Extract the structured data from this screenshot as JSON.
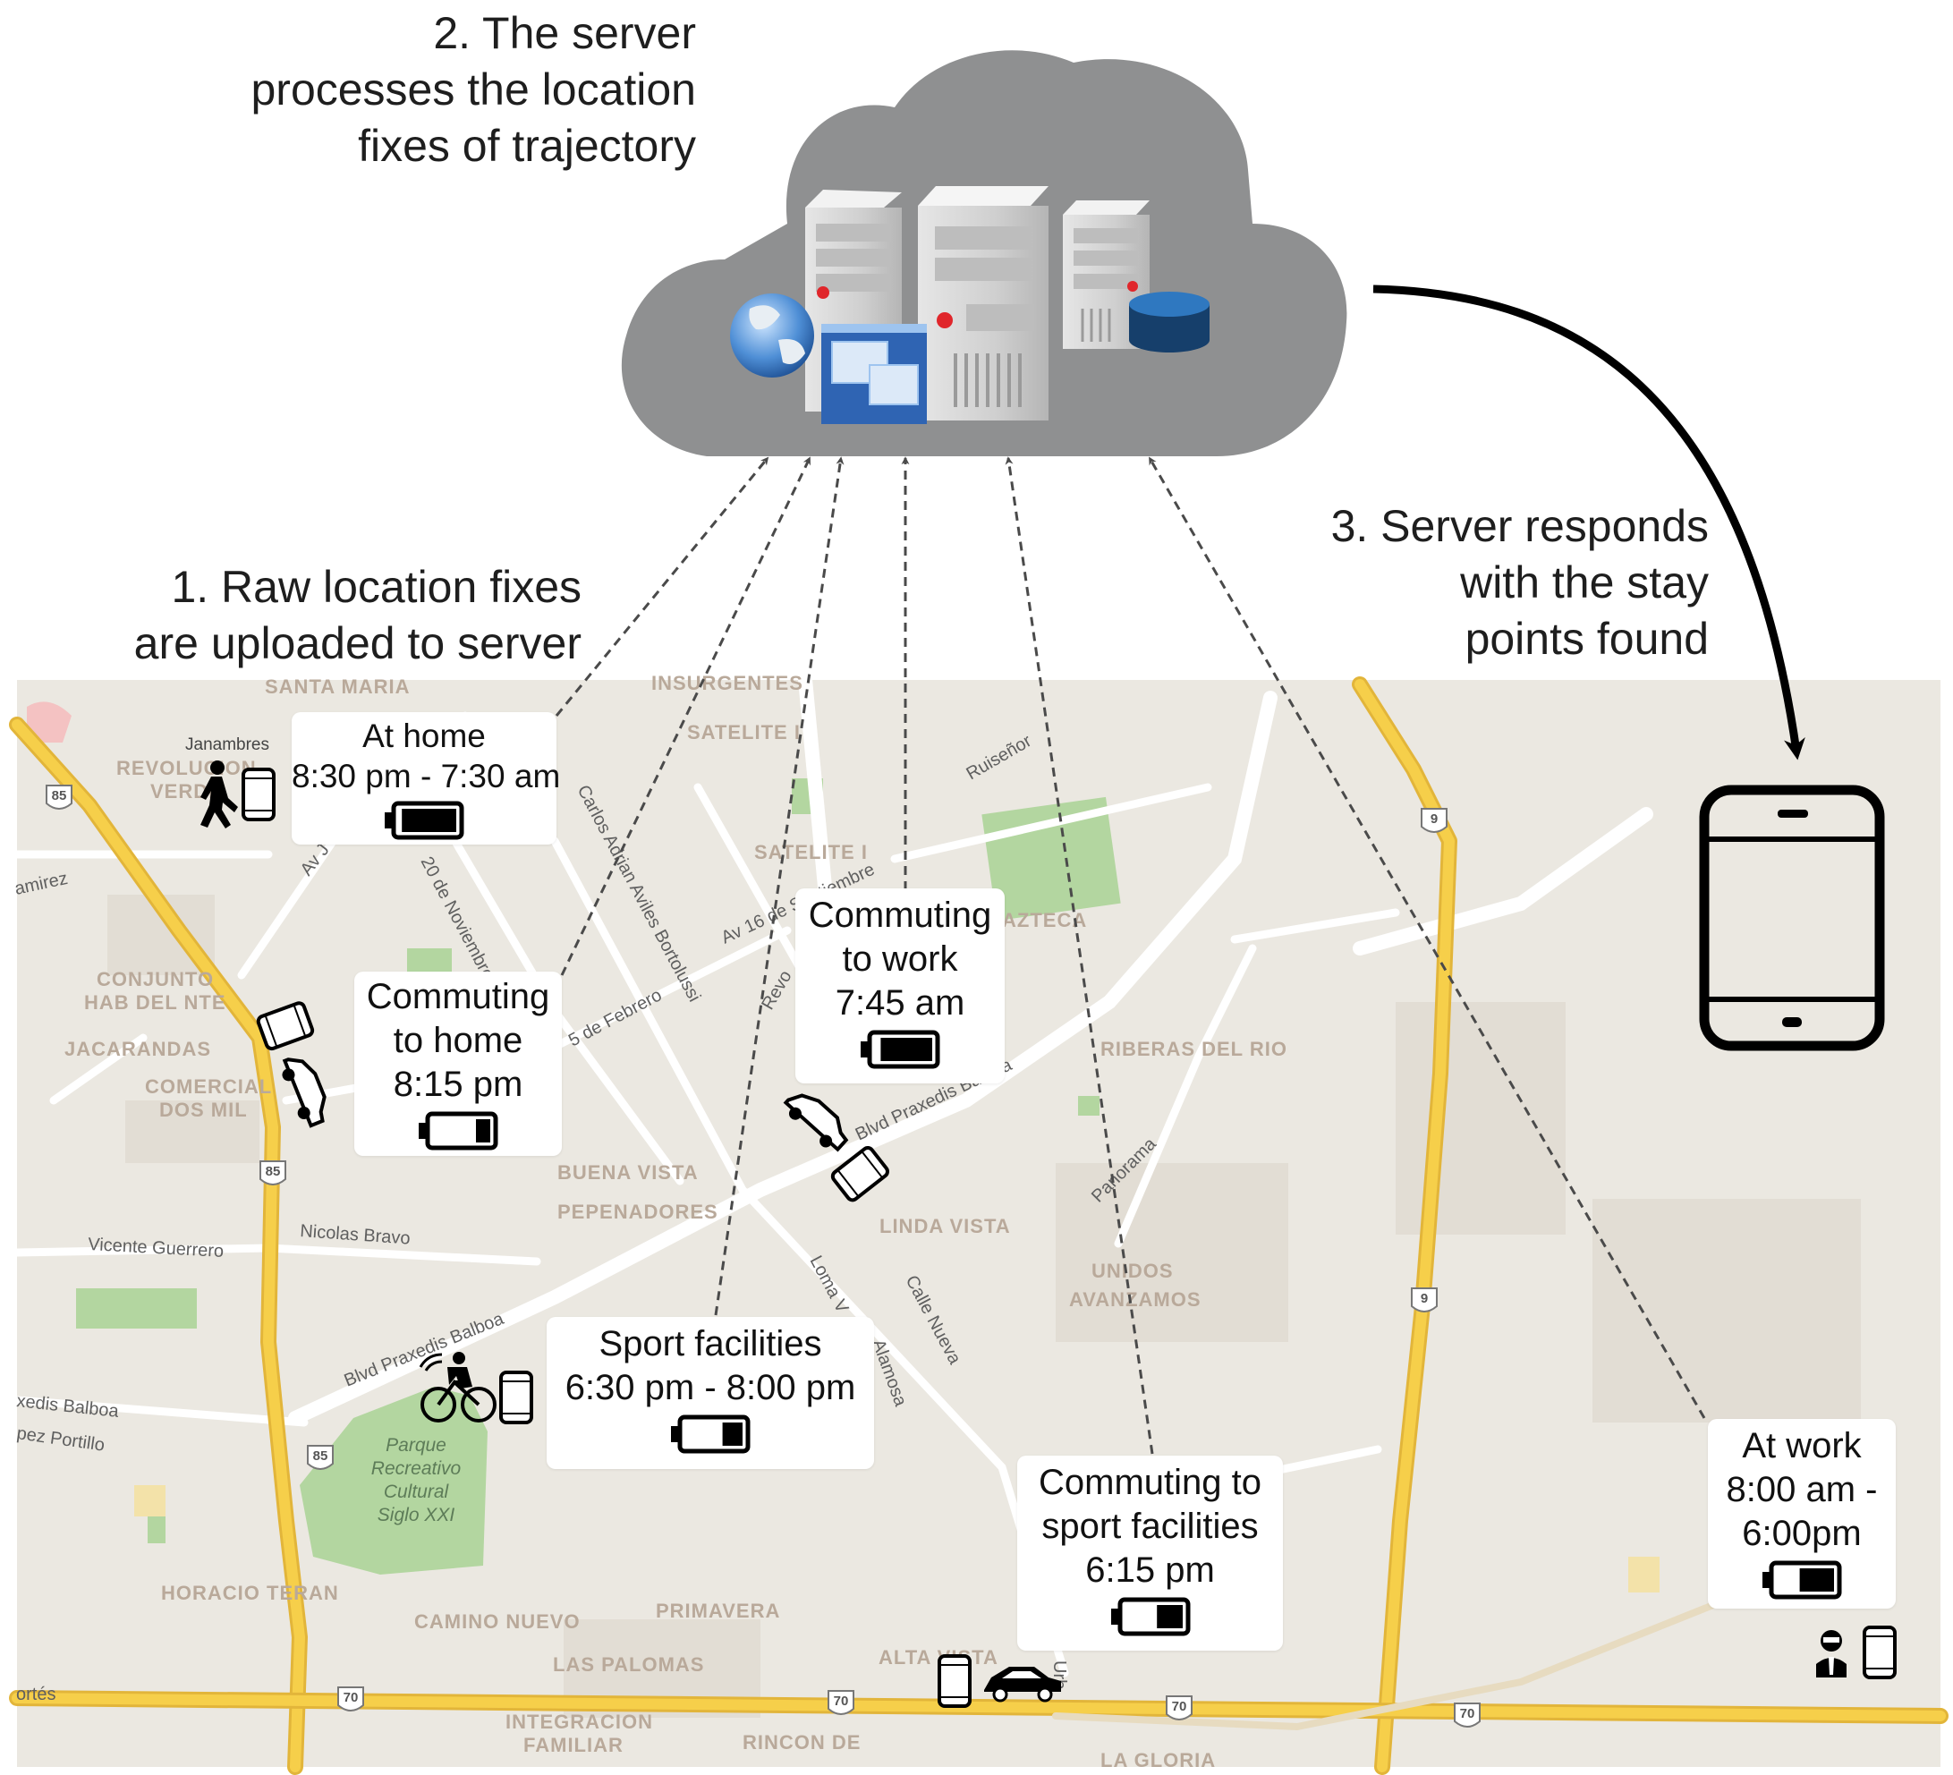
{
  "steps": {
    "step1": [
      "1. Raw location fixes",
      "are uploaded to server"
    ],
    "step2": [
      "2. The server",
      "processes the location",
      "fixes of trajectory"
    ],
    "step3": [
      "3. Server responds",
      "with the stay",
      "points found"
    ]
  },
  "cards": [
    {
      "id": "at-home",
      "lines": [
        "At home",
        "8:30 pm - 7:30 am"
      ],
      "battery_level": 0.95
    },
    {
      "id": "commuting-home",
      "lines": [
        "Commuting",
        "to home",
        "8:15 pm"
      ],
      "battery_level": 0.25
    },
    {
      "id": "commuting-work",
      "lines": [
        "Commuting",
        "to work",
        "7:45 am"
      ],
      "battery_level": 0.9
    },
    {
      "id": "sport-facilities",
      "lines": [
        "Sport facilities",
        "6:30 pm - 8:00 pm"
      ],
      "battery_level": 0.35
    },
    {
      "id": "commuting-sport",
      "lines": [
        "Commuting to",
        "sport facilities",
        "6:15 pm"
      ],
      "battery_level": 0.45
    },
    {
      "id": "at-work",
      "lines": [
        "At work",
        "8:00 am -",
        "6:00pm"
      ],
      "battery_level": 0.6
    }
  ],
  "map": {
    "districts": [
      "SANTA MARIA",
      "INSURGENTES",
      "SATELITE I",
      "SATELITE I",
      "REVOLUCION",
      "VERDE",
      "CONJUNTO",
      "HAB DEL NTE",
      "JACARANDAS",
      "COMERCIAL",
      "DOS MIL",
      "AZTECA",
      "RIBERAS DEL RIO",
      "BUENA VISTA",
      "PEPENADORES",
      "LINDA VISTA",
      "UNIDOS",
      "AVANZAMOS",
      "HORACIO TERAN",
      "CAMINO NUEVO",
      "PRIMAVERA",
      "LAS PALOMAS",
      "ALTA VISTA",
      "INTEGRACION",
      "FAMILIAR",
      "RINCON DE",
      "LA GLORIA"
    ],
    "streets": [
      "Janambres",
      "amirez",
      "Av J",
      "20 de Noviembre",
      "Carlos Adrian Aviles Bortolussi",
      "Ruiseñor",
      "Av 16 de Septiembre",
      "Revo",
      "5 de Febrero",
      "Blvd Praxedis Balboa",
      "Panorama",
      "Vicente Guerrero",
      "Nicolas Bravo",
      "Blvd Praxedis Balboa",
      "xedis Balboa",
      "pez Portillo",
      "Loma V",
      "Alamosa",
      "Calle Nueva",
      "ortés",
      "Urb"
    ],
    "park": [
      "Parque",
      "Recreativo",
      "Cultural",
      "Siglo XXI"
    ],
    "highway_shields": [
      "85",
      "85",
      "85",
      "9",
      "9",
      "70",
      "70",
      "70",
      "70"
    ]
  },
  "icons": [
    "walking-person-icon",
    "smartphone-icon",
    "car-icon",
    "cyclist-icon",
    "businessman-icon",
    "server-icon",
    "globe-icon",
    "database-icon",
    "browser-window-icon",
    "tablet-icon",
    "battery-icon"
  ],
  "colors": {
    "cloud": "#8f9091",
    "map_background": "#ebe8e1",
    "highway": "#f6cf4a",
    "park": "#b3d6a0",
    "arrow": "#4a4a4a",
    "server_red_light": "#e0262b",
    "database_blue": "#1b5c9a"
  }
}
